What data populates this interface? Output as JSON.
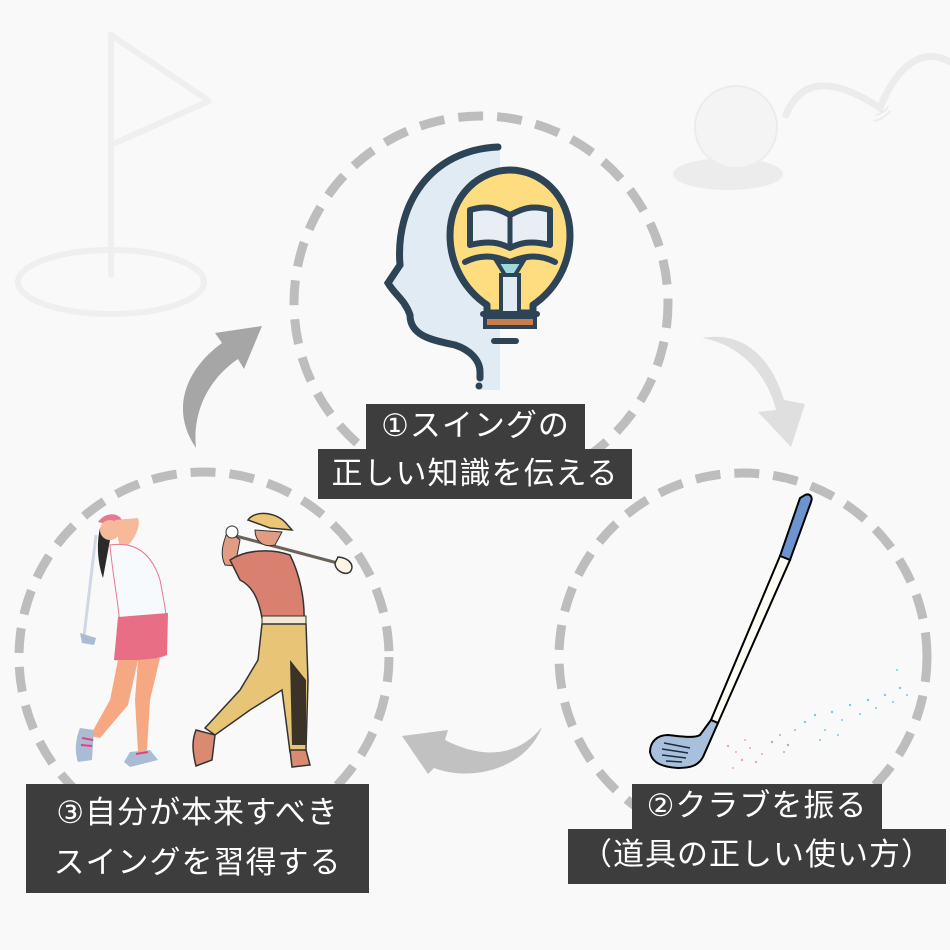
{
  "diagram": {
    "type": "cycle",
    "steps": [
      {
        "id": 1,
        "line1": "①スイングの",
        "line2": "正しい知識を伝える",
        "icon": "head-lightbulb-book-icon"
      },
      {
        "id": 2,
        "line1": "②クラブを振る",
        "line2": "（道具の正しい使い方）",
        "icon": "golf-club-icon"
      },
      {
        "id": 3,
        "line1": "③自分が本来すべき",
        "line2": "スイングを習得する",
        "icon": "golfers-swinging-icon"
      }
    ],
    "arrows": [
      {
        "from": 1,
        "to": 2,
        "icon": "curved-arrow-down-right-icon"
      },
      {
        "from": 2,
        "to": 3,
        "icon": "curved-arrow-left-icon"
      },
      {
        "from": 3,
        "to": 1,
        "icon": "curved-arrow-up-right-icon"
      }
    ],
    "background_icons": [
      "golf-flag-hole-icon",
      "golf-ball-bounce-icon"
    ]
  },
  "colors": {
    "background": "#f9f9f9",
    "circle_dash": "#bcbdbc",
    "label_bg": "#3d3d3d",
    "label_text": "#ffffff",
    "arrow_dark": "#a6a6a6",
    "arrow_light": "#dedfde",
    "arrow_mid": "#c0c1c0",
    "icon_outline": "#2d4356",
    "bulb_yellow": "#fedc80",
    "head_fill": "#e1ebf3",
    "club_grip": "#6c94cf",
    "club_head": "#a9c0dd"
  }
}
